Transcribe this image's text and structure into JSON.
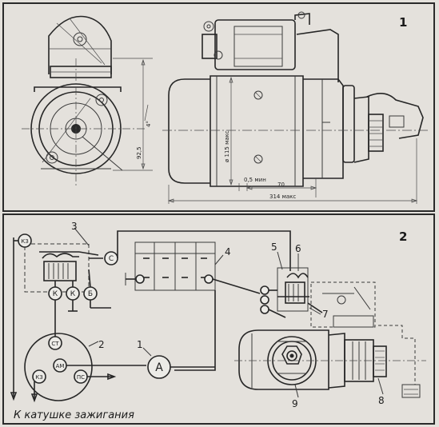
{
  "panel1": {
    "number": "1",
    "dimensions": {
      "angle": "4°",
      "height": "92,5",
      "diameter": "ø 115 макс",
      "min_gap": "0,5 мин",
      "length_small": "70",
      "length_total": "314 макс"
    }
  },
  "panel2": {
    "number": "2",
    "callouts": [
      "1",
      "2",
      "3",
      "4",
      "5",
      "6",
      "7",
      "8",
      "9"
    ],
    "terminals": {
      "kz_top": "КЗ",
      "k1": "К",
      "k2": "К",
      "b": "Б",
      "c": "С",
      "st": "СТ",
      "am": "АМ",
      "kz_bottom": "КЗ",
      "ps": "ПС"
    },
    "ammeter": "А",
    "caption": "К катушке зажигания"
  }
}
